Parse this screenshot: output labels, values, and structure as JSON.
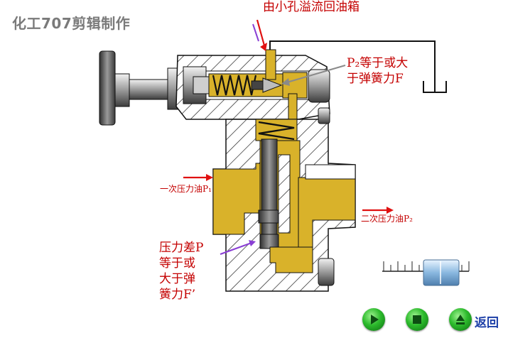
{
  "watermark": "化工707剪辑制作",
  "labels": {
    "overflow": "由小孔溢流回油箱",
    "p2_vs_f": [
      "P₂等于或大",
      "于弹簧力F"
    ],
    "inlet": "一次压力油P₁",
    "outlet": "二次压力油P₂",
    "pressure_diff": [
      "压力差P",
      "等于或",
      "大于弹",
      "簧力F’"
    ]
  },
  "controls": {
    "play": "play-button",
    "stop": "stop-button",
    "eject": "eject-button",
    "back": "返回"
  },
  "colors": {
    "oil": "#d9b22a",
    "body": "#ffffff",
    "hatch": "#222222",
    "arrow_red": "#e01010",
    "arrow_purple": "#8a3fd4",
    "label_red": "#c40000"
  }
}
